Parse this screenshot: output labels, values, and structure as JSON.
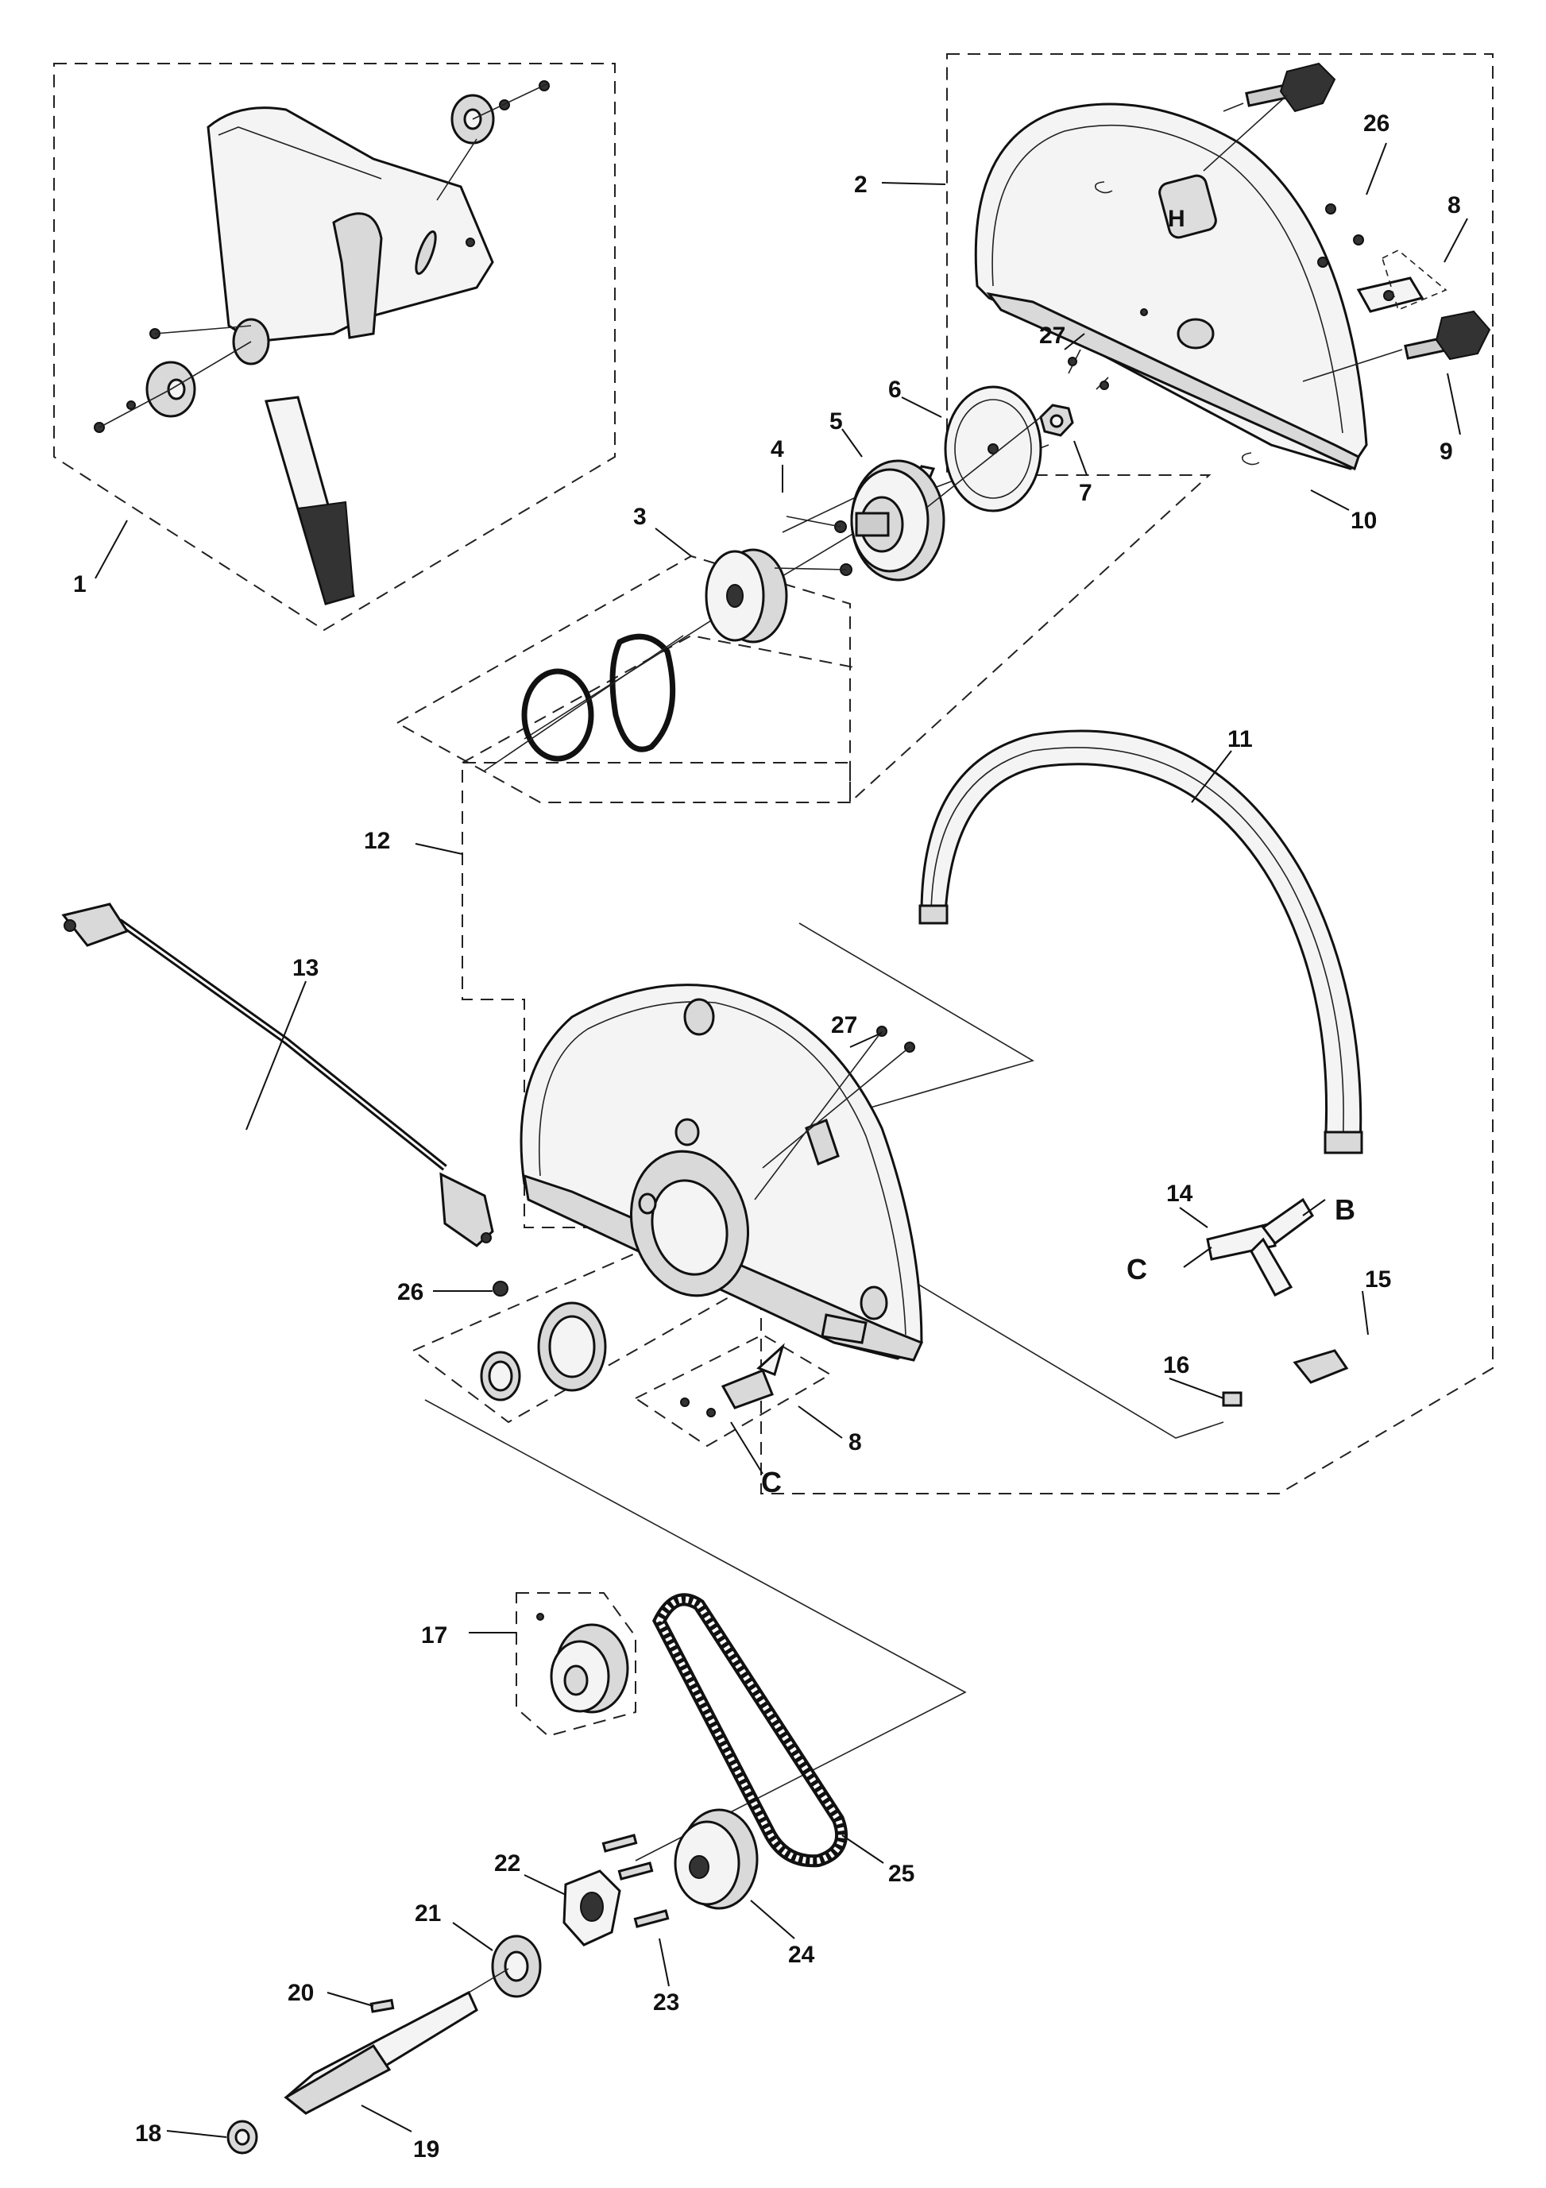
{
  "diagram": {
    "brand_logo": "husqvarna-crown-logo",
    "callouts": [
      {
        "id": "c1",
        "label": "1"
      },
      {
        "id": "c2",
        "label": "2"
      },
      {
        "id": "c3",
        "label": "3"
      },
      {
        "id": "c4",
        "label": "4"
      },
      {
        "id": "c5",
        "label": "5"
      },
      {
        "id": "c6",
        "label": "6"
      },
      {
        "id": "c7",
        "label": "7"
      },
      {
        "id": "c8a",
        "label": "8"
      },
      {
        "id": "c8b",
        "label": "8"
      },
      {
        "id": "c9",
        "label": "9"
      },
      {
        "id": "c10",
        "label": "10"
      },
      {
        "id": "c11",
        "label": "11"
      },
      {
        "id": "c12",
        "label": "12"
      },
      {
        "id": "c13",
        "label": "13"
      },
      {
        "id": "c14",
        "label": "14"
      },
      {
        "id": "c15",
        "label": "15"
      },
      {
        "id": "c16",
        "label": "16"
      },
      {
        "id": "c17",
        "label": "17"
      },
      {
        "id": "c18",
        "label": "18"
      },
      {
        "id": "c19",
        "label": "19"
      },
      {
        "id": "c20",
        "label": "20"
      },
      {
        "id": "c21",
        "label": "21"
      },
      {
        "id": "c22",
        "label": "22"
      },
      {
        "id": "c23",
        "label": "23"
      },
      {
        "id": "c24",
        "label": "24"
      },
      {
        "id": "c25",
        "label": "25"
      },
      {
        "id": "c26a",
        "label": "26"
      },
      {
        "id": "c26b",
        "label": "26"
      },
      {
        "id": "c27a",
        "label": "27"
      },
      {
        "id": "c27b",
        "label": "27"
      },
      {
        "id": "cB",
        "label": "B"
      },
      {
        "id": "cC1",
        "label": "C"
      },
      {
        "id": "cC2",
        "label": "C"
      }
    ]
  }
}
